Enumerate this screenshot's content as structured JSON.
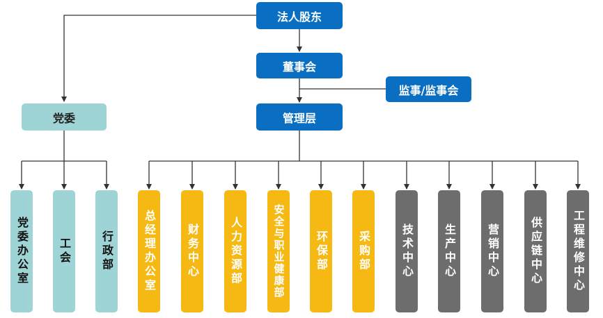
{
  "nodes": {
    "legal_shareholder": "法人股东",
    "board": "董事会",
    "supervisors": "监事/监事会",
    "management": "管理层",
    "party_committee": "党委"
  },
  "departments": {
    "party_office": "党委办公室",
    "union": "工会",
    "admin": "行政部",
    "gm_office": "总经理办公室",
    "finance": "财务中心",
    "hr": "人力资源部",
    "safety": "安全与职业健康部",
    "environment": "环保部",
    "procurement": "采购部",
    "technology": "技术中心",
    "production": "生产中心",
    "marketing": "营销中心",
    "supply_chain": "供应链中心",
    "engineering": "工程维修中心"
  },
  "colors": {
    "primary": "#0a6fc2",
    "party": "#9fd4d7",
    "support": "#f6b812",
    "operations": "#6d6d6d",
    "line": "#333333"
  }
}
